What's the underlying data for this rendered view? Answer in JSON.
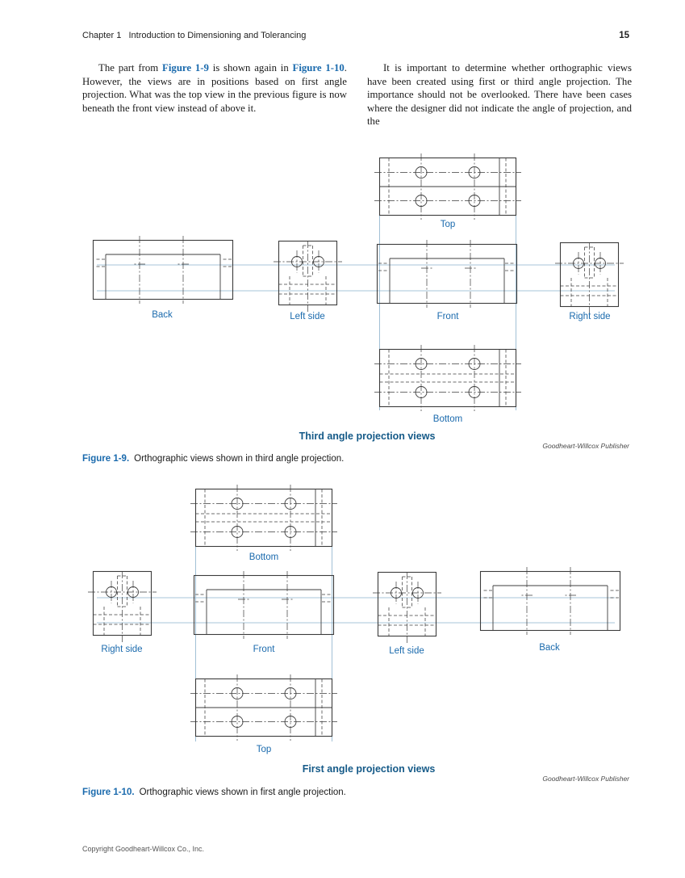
{
  "header": {
    "chapter": "Chapter 1   Introduction to Dimensioning and Tolerancing",
    "page_number": "15"
  },
  "body": {
    "left_paragraph": {
      "part1": "The part from ",
      "ref1": "Figure 1-9",
      "part2": " is shown again in ",
      "ref2": "Figure 1-10",
      "part3": ". However, the views are in positions based on first angle projection. What was the top view in the previous figure is now beneath the front view instead of above it."
    },
    "right_paragraph": "It is important to determine whether orthographic views have been created using first or third angle projection. The importance should not be overlooked. There have been cases where the designer did not indicate the angle of projection, and the"
  },
  "figure_1_9": {
    "labels": {
      "top": "Top",
      "back": "Back",
      "left_side": "Left side",
      "front": "Front",
      "right_side": "Right side",
      "bottom": "Bottom"
    },
    "title": "Third angle projection views",
    "credit": "Goodheart-Willcox Publisher",
    "caption_label": "Figure 1-9.",
    "caption_text": "Orthographic views shown in third angle projection."
  },
  "figure_1_10": {
    "labels": {
      "bottom": "Bottom",
      "right_side": "Right side",
      "front": "Front",
      "left_side": "Left side",
      "back": "Back",
      "top": "Top"
    },
    "title": "First angle projection views",
    "credit": "Goodheart-Willcox Publisher",
    "caption_label": "Figure 1-10.",
    "caption_text": "Orthographic views shown in first angle projection."
  },
  "footer": {
    "copyright": "Copyright Goodheart-Willcox Co., Inc."
  },
  "colors": {
    "accent_blue": "#1a6aad",
    "title_blue": "#155a88",
    "projection_line_blue": "#8ab1cb",
    "drawing_line": "#3c3c3c"
  }
}
